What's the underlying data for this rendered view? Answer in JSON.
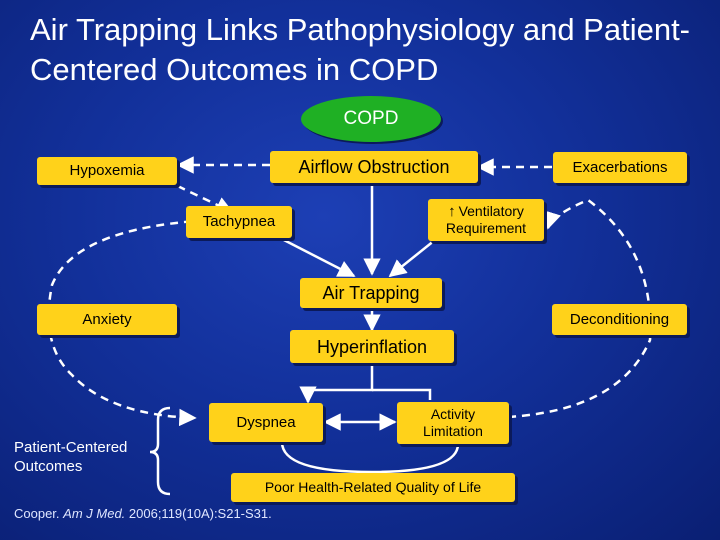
{
  "title": "Air Trapping Links Pathophysiology and Patient-Centered Outcomes in COPD",
  "nodes": {
    "copd": "COPD",
    "airflow_obstruction": "Airflow Obstruction",
    "hypoxemia": "Hypoxemia",
    "exacerbations": "Exacerbations",
    "tachypnea": "Tachypnea",
    "ventilatory_arrow": "↑",
    "ventilatory_line1": "Ventilatory",
    "ventilatory_line2": "Requirement",
    "air_trapping": "Air Trapping",
    "anxiety": "Anxiety",
    "deconditioning": "Deconditioning",
    "hyperinflation": "Hyperinflation",
    "dyspnea": "Dyspnea",
    "activity_line1": "Activity",
    "activity_line2": "Limitation",
    "quality_of_life": "Poor Health-Related Quality of Life"
  },
  "patient_outcomes_line1": "Patient-Centered",
  "patient_outcomes_line2": "Outcomes",
  "citation": {
    "author": "Cooper. ",
    "journal": "Am J Med.",
    "details": " 2006;119(10A):S21-S31."
  },
  "colors": {
    "box": "#ffd21a",
    "copd_oval": "#1fb024",
    "lines": "#ffffff"
  }
}
